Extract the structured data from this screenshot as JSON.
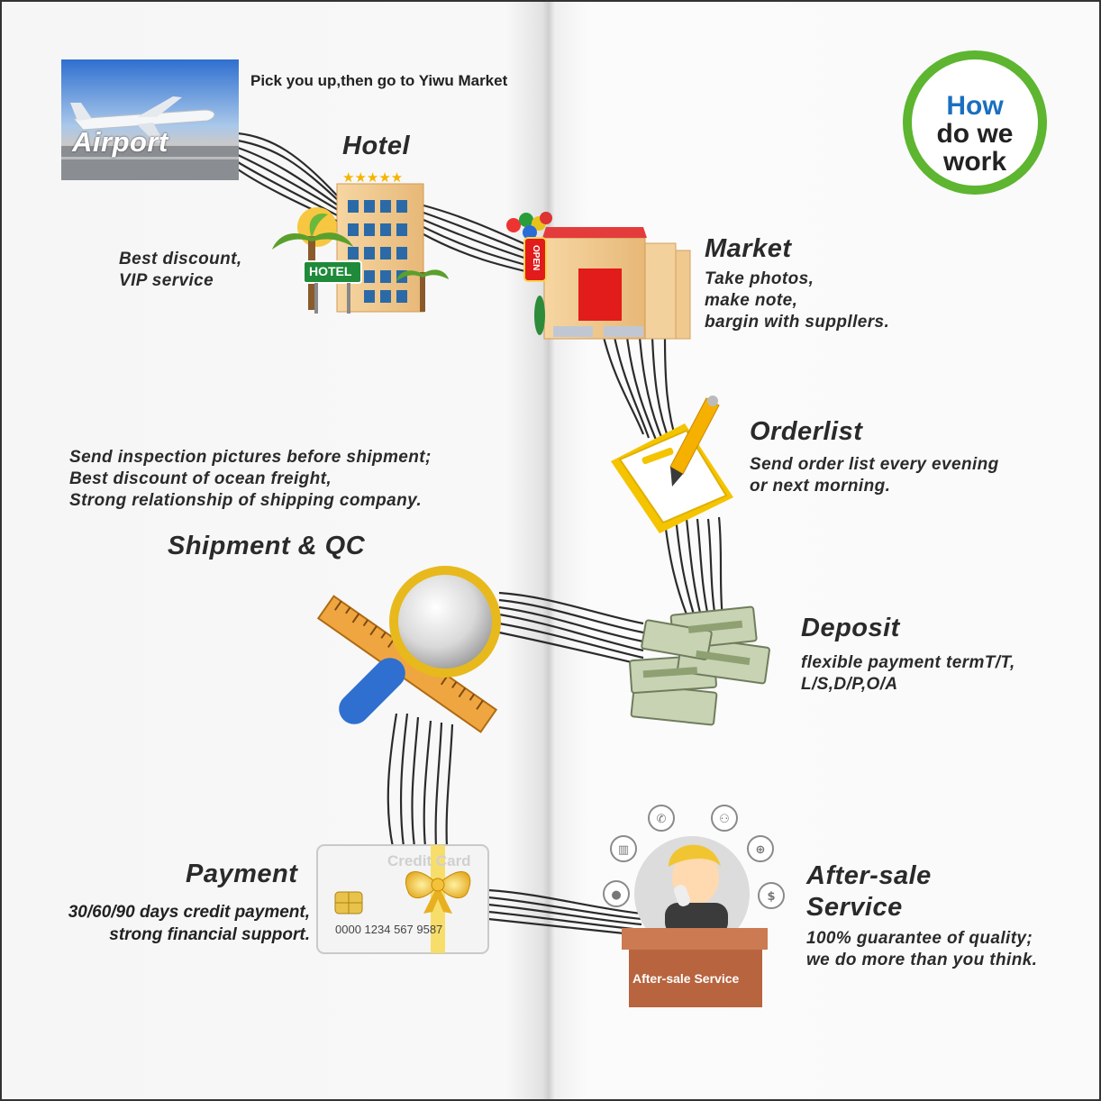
{
  "badge": {
    "line1": "How",
    "line2": "do we",
    "line3": "work"
  },
  "colors": {
    "badge_ring": "#5db530",
    "badge_accent": "#1a6fc0",
    "pipe": "#2b2b2b",
    "desk": "#b7643f"
  },
  "steps": {
    "airport": {
      "label": "Airport",
      "note": "Pick you up,then go to Yiwu Market"
    },
    "hotel": {
      "title": "Hotel",
      "sign": "HOTEL",
      "desc1": "Best discount,",
      "desc2": "VIP service"
    },
    "market": {
      "title": "Market",
      "sign": "OPEN",
      "desc1": "Take photos,",
      "desc2": "make note,",
      "desc3": "bargin with suppllers."
    },
    "orderlist": {
      "title": "Orderlist",
      "desc1": "Send order list every evening",
      "desc2": "or next morning."
    },
    "deposit": {
      "title": "Deposit",
      "desc1": "flexible payment termT/T,",
      "desc2": "L/S,D/P,O/A"
    },
    "shipment": {
      "title": "Shipment & QC",
      "desc1": "Send inspection pictures before shipment;",
      "desc2": "Best discount of ocean freight,",
      "desc3": "Strong relationship of shipping company."
    },
    "payment": {
      "title": "Payment",
      "desc1": "30/60/90 days credit payment,",
      "desc2": "strong financial support.",
      "card_label": "Credit Card",
      "card_number": "0000 1234 567 9587"
    },
    "aftersale": {
      "title1": "After-sale",
      "title2": "Service",
      "desk_label": "After-sale Service",
      "desc1": "100% guarantee of quality;",
      "desc2": "we do more than you think."
    }
  }
}
